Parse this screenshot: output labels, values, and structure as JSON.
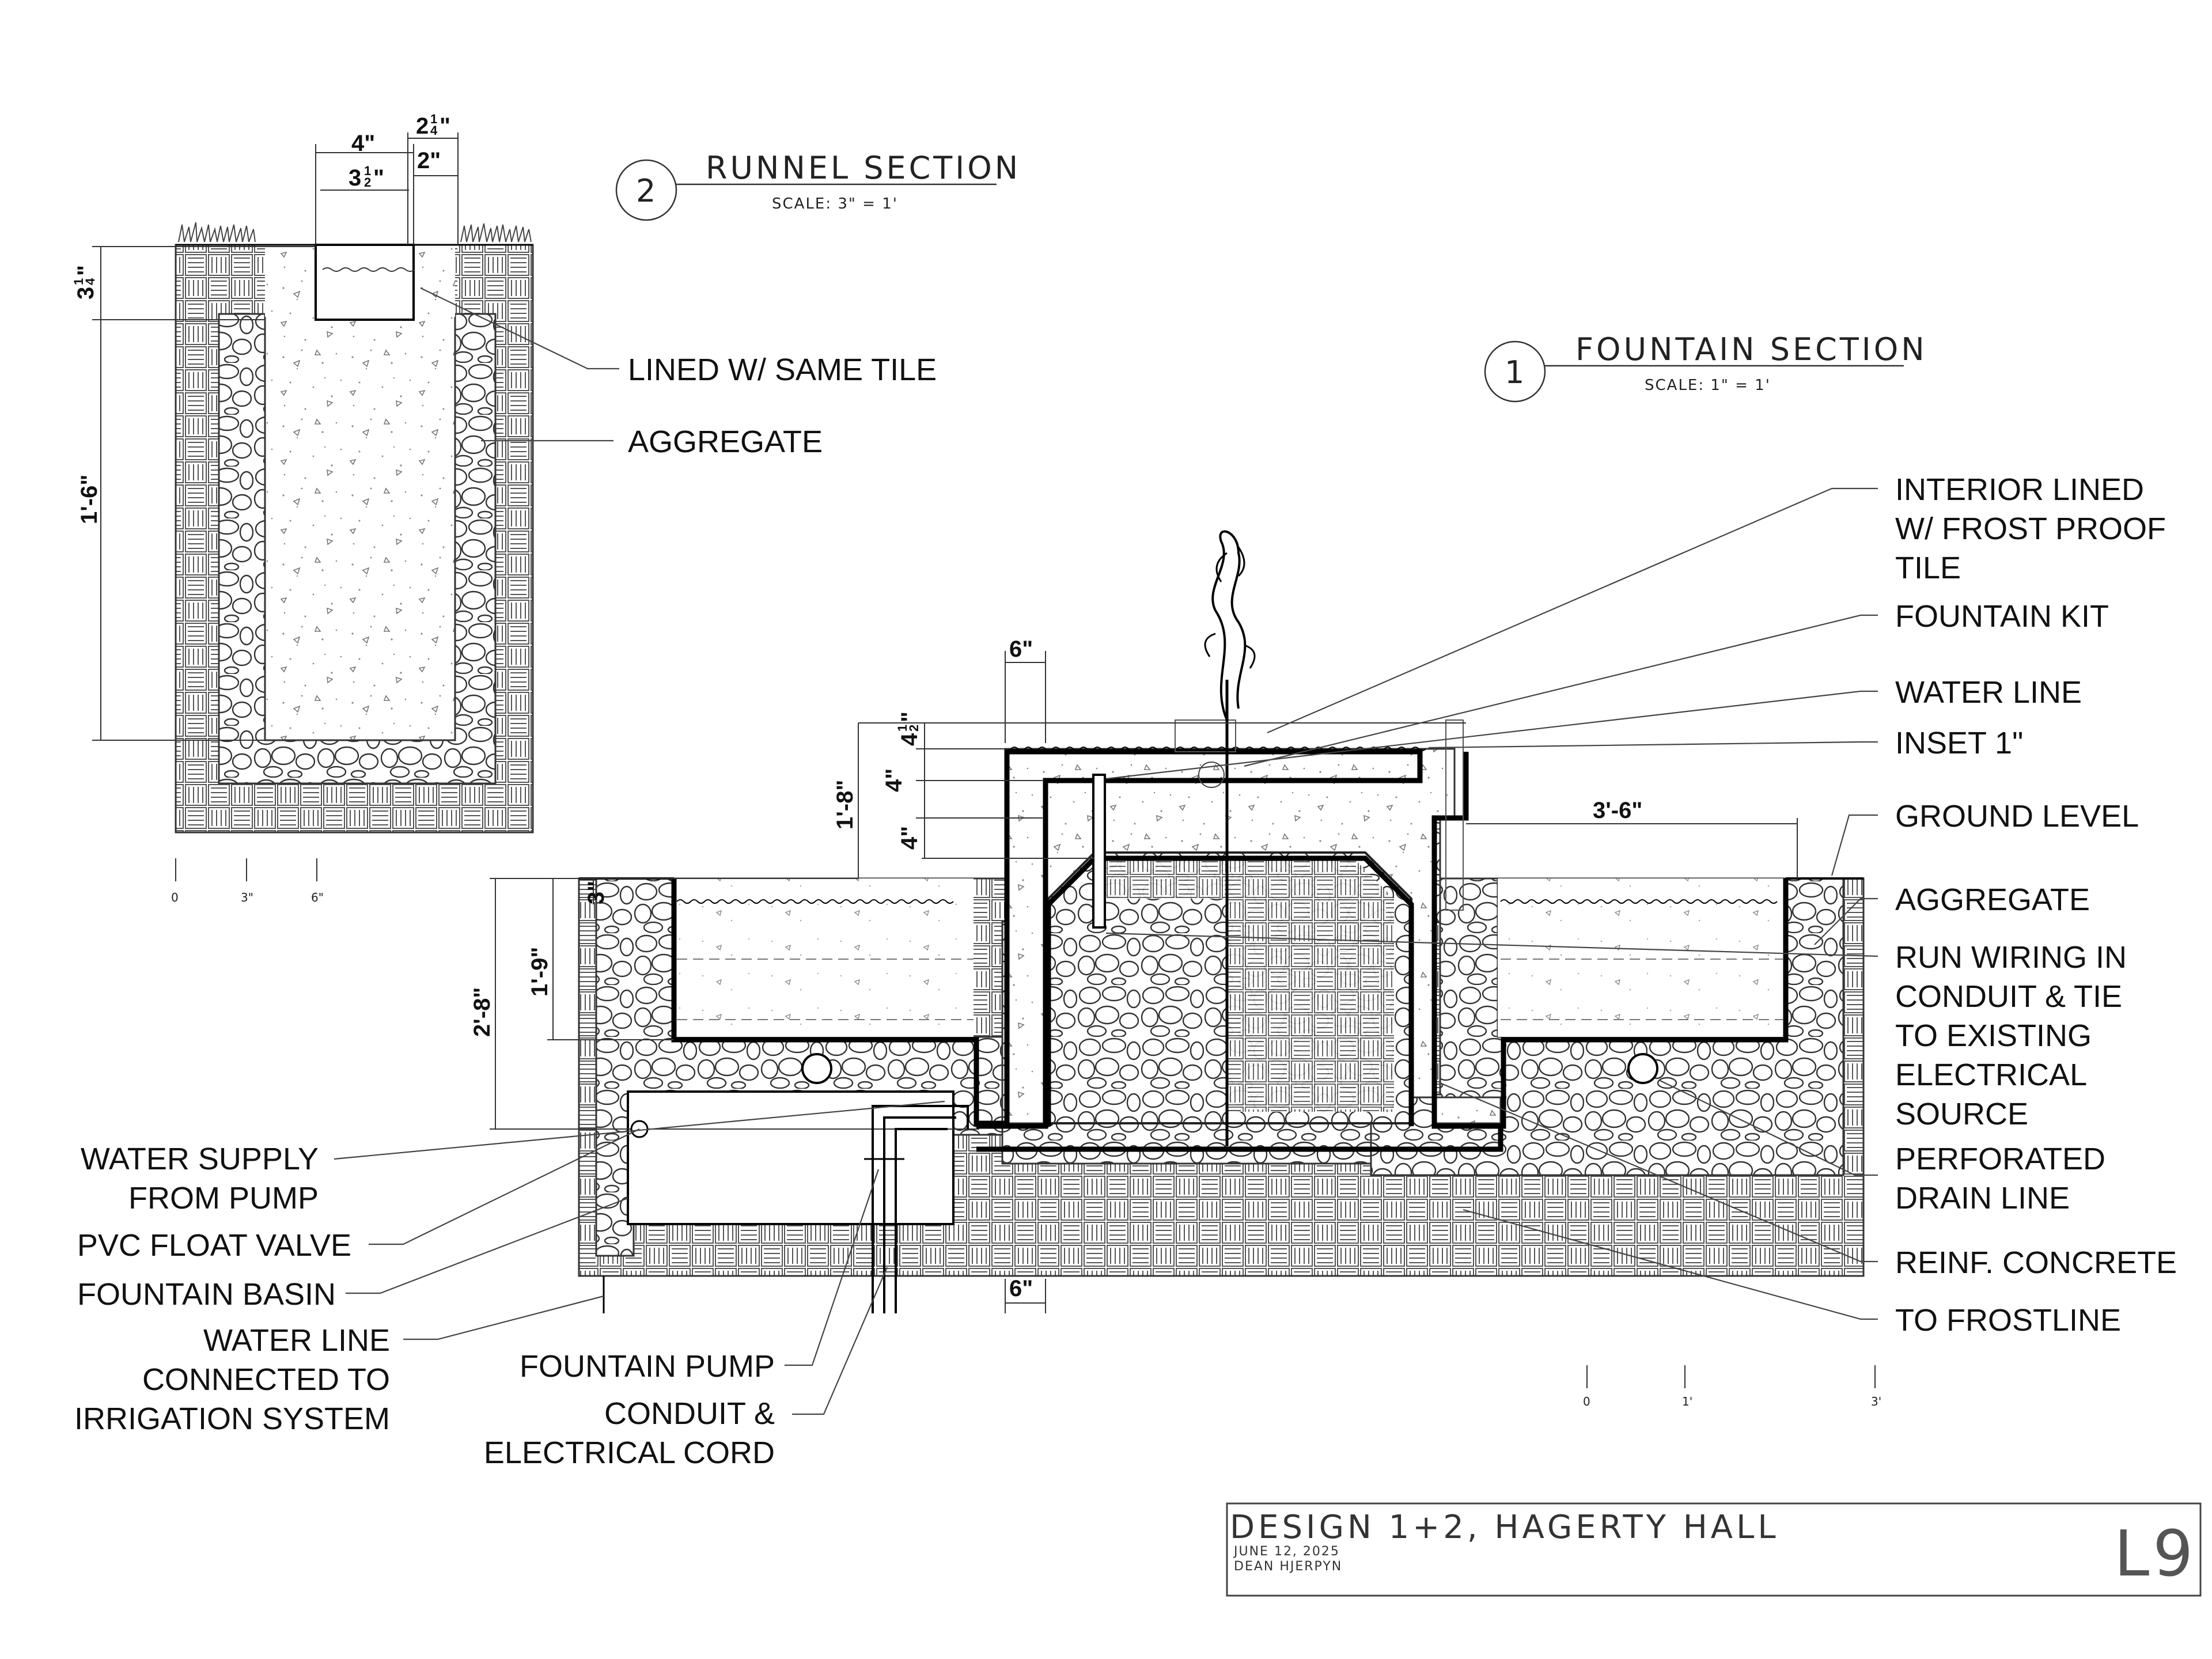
{
  "runnel_section": {
    "number": "2",
    "title": "RUNNEL SECTION",
    "scale": "SCALE: 3\" = 1'",
    "dims": {
      "top_outer": "4\"",
      "top_inner": "3",
      "top_inner_frac": "1",
      "top_inner_den": "2",
      "top_inner_unit": "\"",
      "edge_a": "2",
      "edge_a_frac": "1",
      "edge_a_den": "4",
      "edge_a_unit": "\"",
      "edge_b": "2\"",
      "depth_channel": "3",
      "depth_channel_frac": "1",
      "depth_channel_den": "4",
      "depth_channel_unit": "\"",
      "depth_total": "1'-6\""
    },
    "labels": {
      "lined": "LINED W/ SAME TILE",
      "aggregate": "AGGREGATE"
    },
    "scale_bar": [
      "0",
      "3\"",
      "6\""
    ]
  },
  "fountain_section": {
    "number": "1",
    "title": "FOUNTAIN SECTION",
    "scale": "SCALE: 1\" = 1'",
    "dims": {
      "wall_top": "6\"",
      "wall_bottom": "6\"",
      "d_45": "4",
      "d_45_frac": "1",
      "d_45_den": "2",
      "d_45_unit": "\"",
      "d_4a": "4\"",
      "d_4b": "4\"",
      "d_1_8": "1'-8\"",
      "d_3": "3\"",
      "d_1_9": "1'-9\"",
      "d_2_8": "2'-8\"",
      "d_3_6": "3'-6\""
    },
    "right_labels": [
      "INTERIOR LINED",
      "W/ FROST PROOF",
      "TILE",
      "FOUNTAIN KIT",
      "WATER LINE",
      "INSET 1\"",
      "GROUND LEVEL",
      "AGGREGATE",
      "RUN WIRING IN",
      "CONDUIT & TIE",
      "TO EXISTING",
      "ELECTRICAL",
      "SOURCE",
      "PERFORATED",
      "DRAIN LINE",
      "REINF. CONCRETE",
      "TO FROSTLINE"
    ],
    "left_labels": [
      "WATER SUPPLY",
      "FROM PUMP",
      "PVC FLOAT VALVE",
      "FOUNTAIN BASIN",
      "WATER LINE",
      "CONNECTED TO",
      "IRRIGATION SYSTEM"
    ],
    "center_labels": [
      "FOUNTAIN PUMP",
      "CONDUIT &",
      "ELECTRICAL CORD"
    ],
    "scale_bar": [
      "0",
      "1'",
      "3'"
    ]
  },
  "title_block": {
    "title": "DESIGN 1+2, HAGERTY HALL",
    "date": "JUNE 12, 2025",
    "author": "DEAN HJERPYN",
    "sheet": "L9"
  }
}
